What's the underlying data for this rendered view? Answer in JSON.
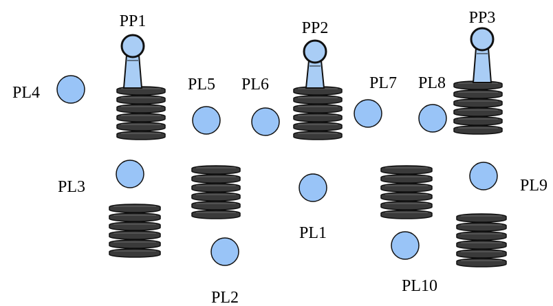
{
  "colors": {
    "place_fill": "#99c4f7",
    "place_stroke": "#111111",
    "disc_fill": "#3a3a3a",
    "disc_stroke": "#0f0f0f",
    "peg_fill": "#a9cdf5",
    "peg_stroke": "#111111"
  },
  "pegs": [
    {
      "label": "PP1"
    },
    {
      "label": "PP2"
    },
    {
      "label": "PP3"
    }
  ],
  "places": [
    {
      "label": "PL1"
    },
    {
      "label": "PL2"
    },
    {
      "label": "PL3"
    },
    {
      "label": "PL4"
    },
    {
      "label": "PL5"
    },
    {
      "label": "PL6"
    },
    {
      "label": "PL7"
    },
    {
      "label": "PL8"
    },
    {
      "label": "PL9"
    },
    {
      "label": "PL10"
    }
  ],
  "stacks": [
    {
      "role": "peg-stack",
      "discs": 6
    },
    {
      "role": "peg-stack",
      "discs": 6
    },
    {
      "role": "peg-stack",
      "discs": 6
    },
    {
      "role": "stack",
      "discs": 6
    },
    {
      "role": "stack",
      "discs": 6
    },
    {
      "role": "stack",
      "discs": 6
    },
    {
      "role": "stack",
      "discs": 6
    }
  ]
}
